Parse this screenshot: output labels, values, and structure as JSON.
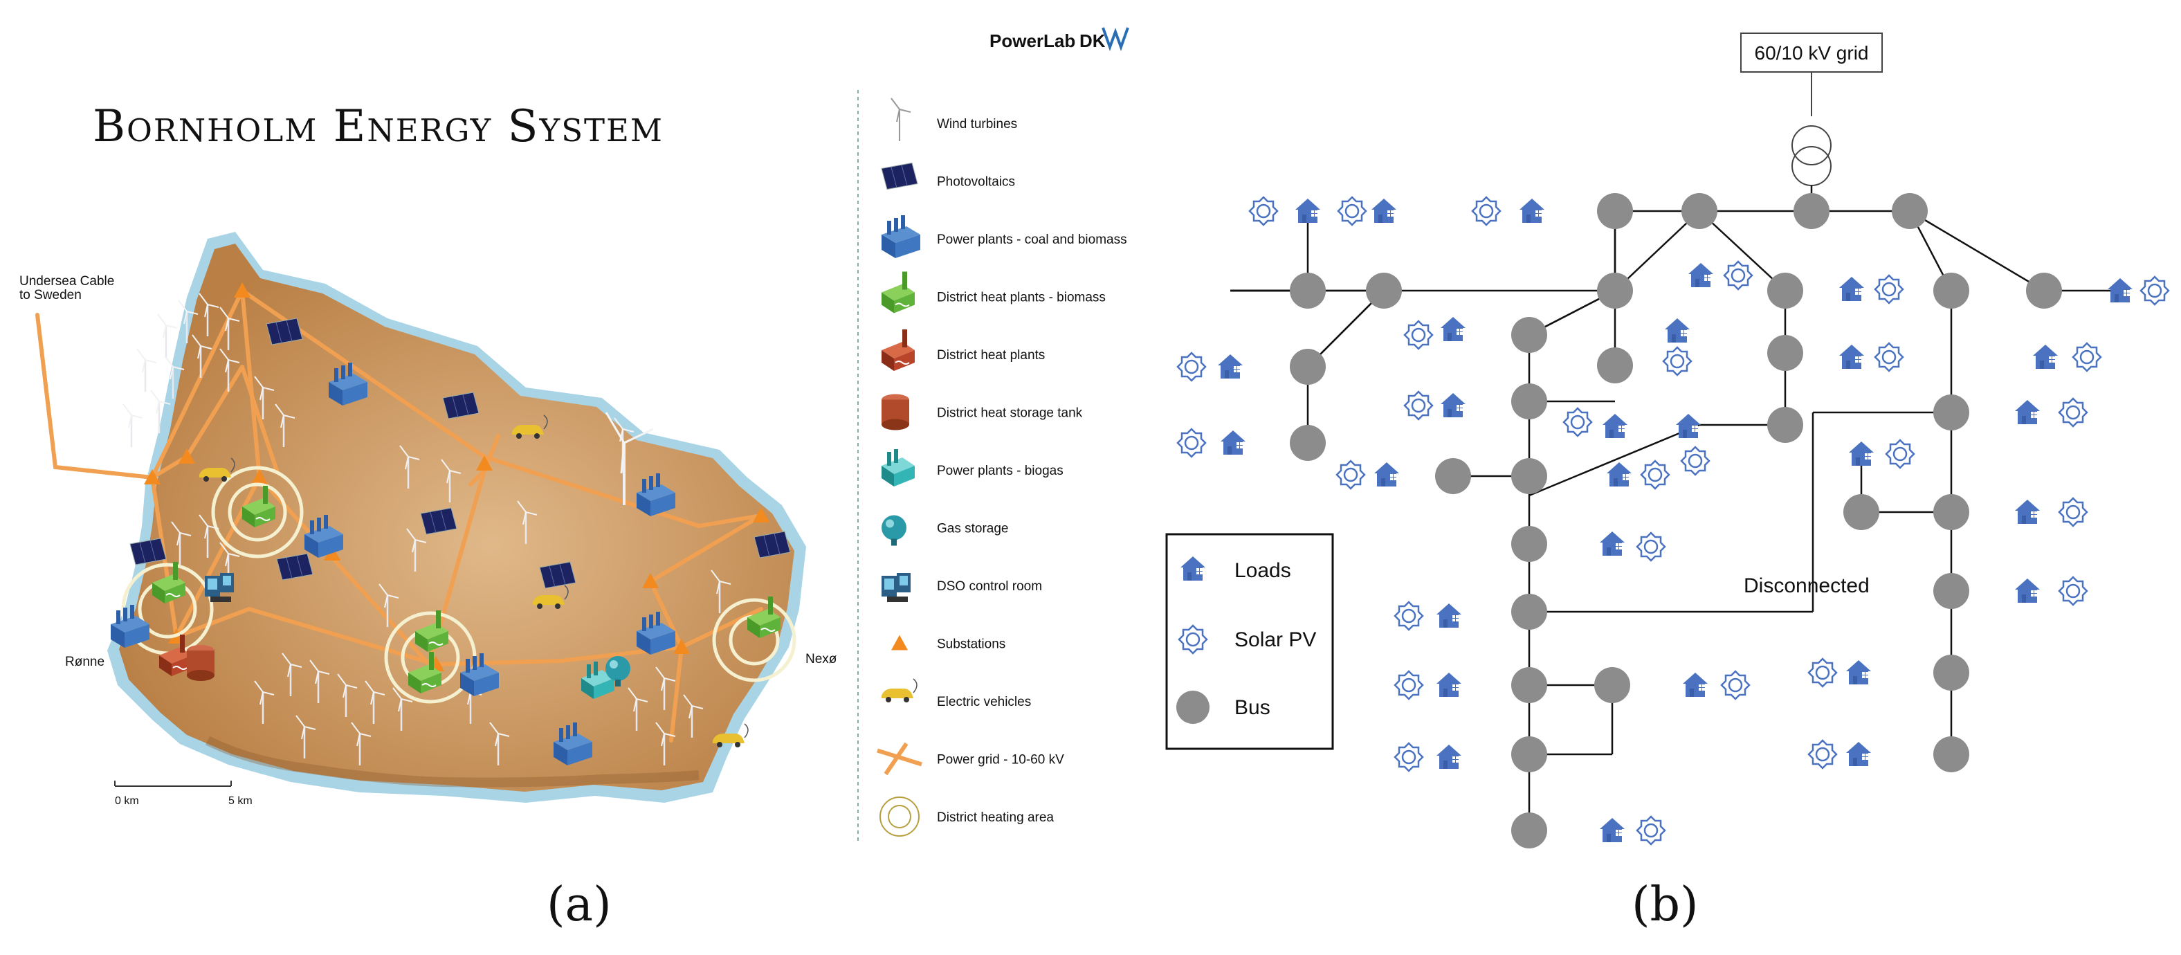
{
  "logo": {
    "text_green": "PowerLab",
    "text_blue": "DK",
    "colors": {
      "green": "#6aa836",
      "blue": "#2a6fb5"
    }
  },
  "panel_a": {
    "title": "Bornholm Energy System",
    "label": "(a)",
    "map_labels": {
      "cable": [
        "Undersea Cable",
        "to Sweden"
      ],
      "ronne": "Rønne",
      "nexo": "Nexø",
      "scale_start": "0 km",
      "scale_end": "5 km"
    },
    "legend": [
      {
        "icon": "wind-turbine-icon",
        "label": "Wind turbines"
      },
      {
        "icon": "photovoltaic-icon",
        "label": "Photovoltaics"
      },
      {
        "icon": "coal-biomass-plant-icon",
        "label": "Power plants - coal and biomass"
      },
      {
        "icon": "biomass-heat-plant-icon",
        "label": "District heat plants - biomass"
      },
      {
        "icon": "heat-plant-icon",
        "label": "District heat plants"
      },
      {
        "icon": "heat-storage-tank-icon",
        "label": "District heat storage tank"
      },
      {
        "icon": "biogas-plant-icon",
        "label": "Power plants - biogas"
      },
      {
        "icon": "gas-storage-icon",
        "label": "Gas storage"
      },
      {
        "icon": "dso-control-room-icon",
        "label": "DSO control room"
      },
      {
        "icon": "substation-icon",
        "label": "Substations"
      },
      {
        "icon": "electric-vehicle-icon",
        "label": "Electric vehicles"
      },
      {
        "icon": "power-grid-icon",
        "label": "Power grid - 10-60 kV"
      },
      {
        "icon": "district-heating-area-icon",
        "label": "District heating area"
      }
    ],
    "colors": {
      "land": "#c8955a",
      "coast": "#a8d4e6",
      "grid": "#f0a050",
      "coal": "#2f6fb7",
      "biomass": "#5fb33a",
      "heat": "#b8442a",
      "biogas": "#33b5b5"
    }
  },
  "panel_b": {
    "label": "(b)",
    "grid_box": "60/10 kV grid",
    "disconnected": "Disconnected",
    "legend": [
      {
        "icon": "house-icon",
        "label": "Loads"
      },
      {
        "icon": "sun-icon",
        "label": "Solar PV"
      },
      {
        "icon": "bus-icon",
        "label": "Bus"
      }
    ],
    "colors": {
      "bus": "#8c8c8c",
      "house": "#4a72c0",
      "sun": "#4a72c0",
      "line": "#111111"
    }
  }
}
